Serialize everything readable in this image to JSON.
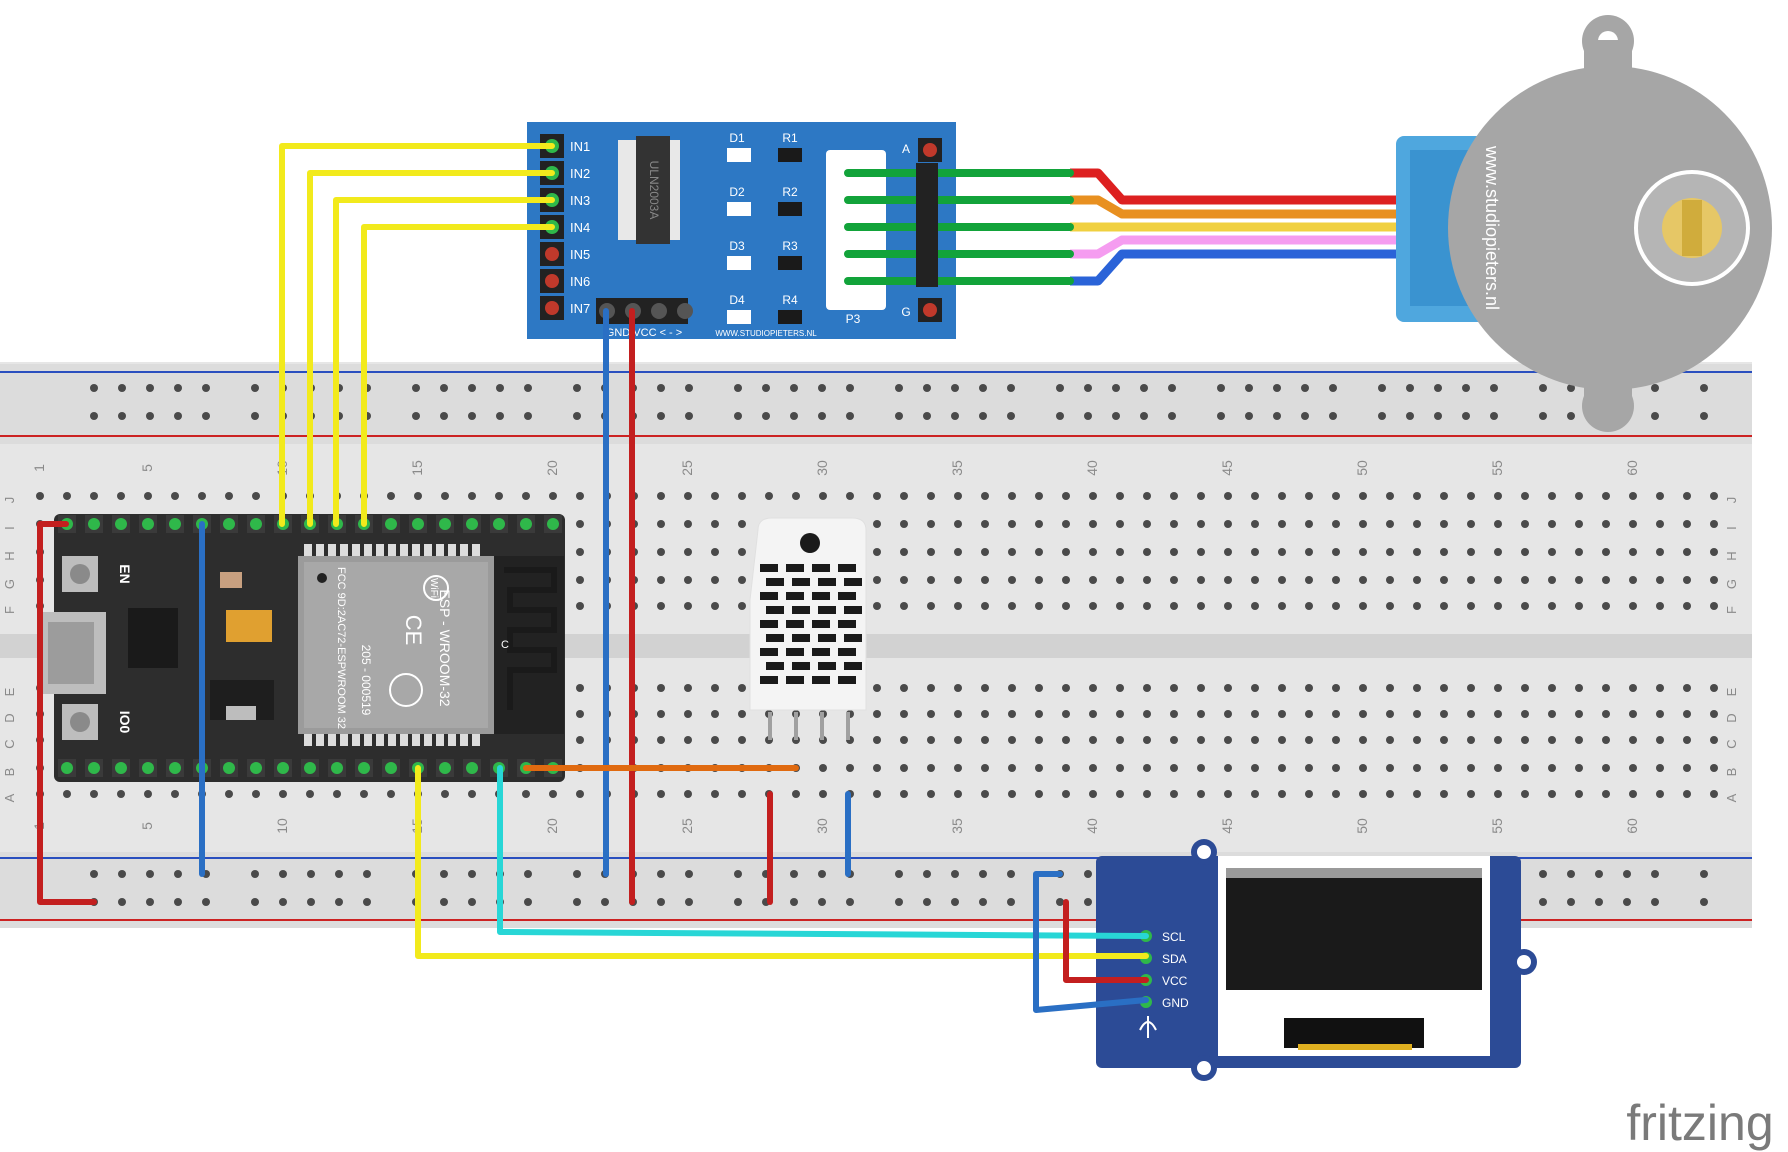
{
  "watermark": "fritzing",
  "breadboard": {
    "column_numbers": [
      "1",
      "5",
      "10",
      "15",
      "20",
      "25",
      "30",
      "35",
      "40",
      "45",
      "50",
      "55",
      "60"
    ],
    "row_letters_top": [
      "J",
      "I",
      "H",
      "G",
      "F"
    ],
    "row_letters_bottom": [
      "E",
      "D",
      "C",
      "B",
      "A"
    ]
  },
  "driver": {
    "inputs": [
      "IN1",
      "IN2",
      "IN3",
      "IN4",
      "IN5",
      "IN6",
      "IN7"
    ],
    "leds": [
      "D1",
      "D2",
      "D3",
      "D4"
    ],
    "resistors": [
      "R1",
      "R2",
      "R3",
      "R4"
    ],
    "chip_label": "ULN2003A",
    "connector_label": "P3",
    "pin_a": "A",
    "pin_g": "G",
    "bottom_pins": "GND  VCC  < - >",
    "website": "WWW.STUDIOPIETERS.NL"
  },
  "motor": {
    "label": "www.studiopieters.nl"
  },
  "esp32": {
    "module_name": "ESP - WROOM-32",
    "fcc_line": "FCC 9D:2AC72-ESPWROOM 32",
    "cert_line": "205 - 000519",
    "wifi_label": "WiFi",
    "ant_label": "C",
    "btn_en": "EN",
    "btn_io0": "IO0"
  },
  "oled": {
    "pins": [
      "SCL",
      "SDA",
      "VCC",
      "GND"
    ]
  },
  "colors": {
    "yellow": "#f2ea1c",
    "red": "#c31f1f",
    "blue": "#2a6fc4",
    "green": "#12a33a",
    "orange": "#e06a10",
    "cyan": "#28d6d6",
    "driver_board": "#2d78c4",
    "oled_board": "#2c4b96",
    "esp_board": "#2d2d2d",
    "breadboard": "#e6e6e6"
  }
}
